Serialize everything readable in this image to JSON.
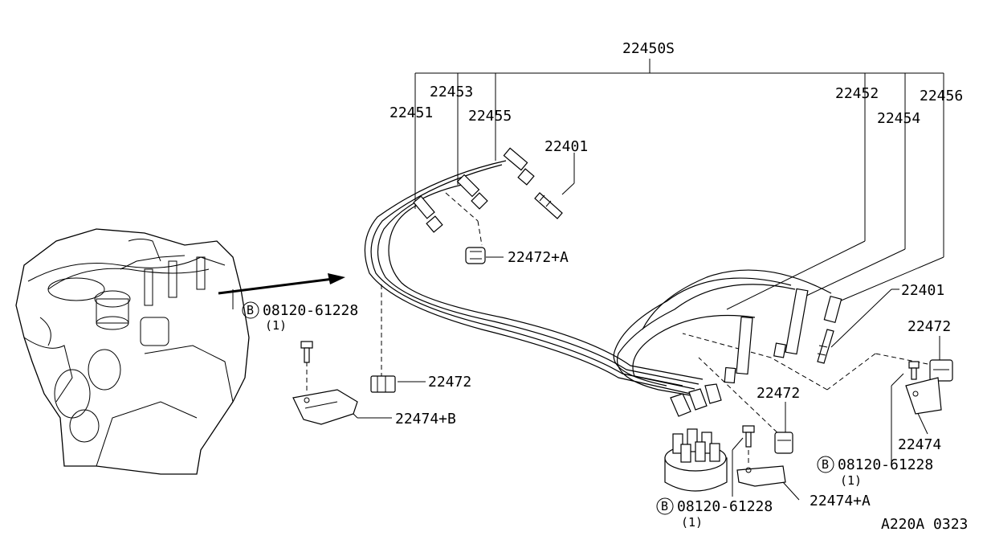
{
  "labels": {
    "set": "22450S",
    "c22453": "22453",
    "c22451": "22451",
    "c22455": "22455",
    "p22401_top": "22401",
    "c22452": "22452",
    "c22456": "22456",
    "c22454": "22454",
    "clamp_a": "22472+A",
    "p22401_right": "22401",
    "clip_right": "22472",
    "clip_mid": "22472",
    "clip_center": "22472",
    "bracket_b": "22474+B",
    "bracket_right": "22474",
    "bracket_a": "22474+A",
    "bolt_left": "08120-61228",
    "bolt_left_qty": "(1)",
    "bolt_right": "08120-61228",
    "bolt_right_qty": "(1)",
    "bolt_bottom": "08120-61228",
    "bolt_bottom_qty": "(1)",
    "bolt_badge": "B",
    "diagram_code": "A220A 0323"
  }
}
